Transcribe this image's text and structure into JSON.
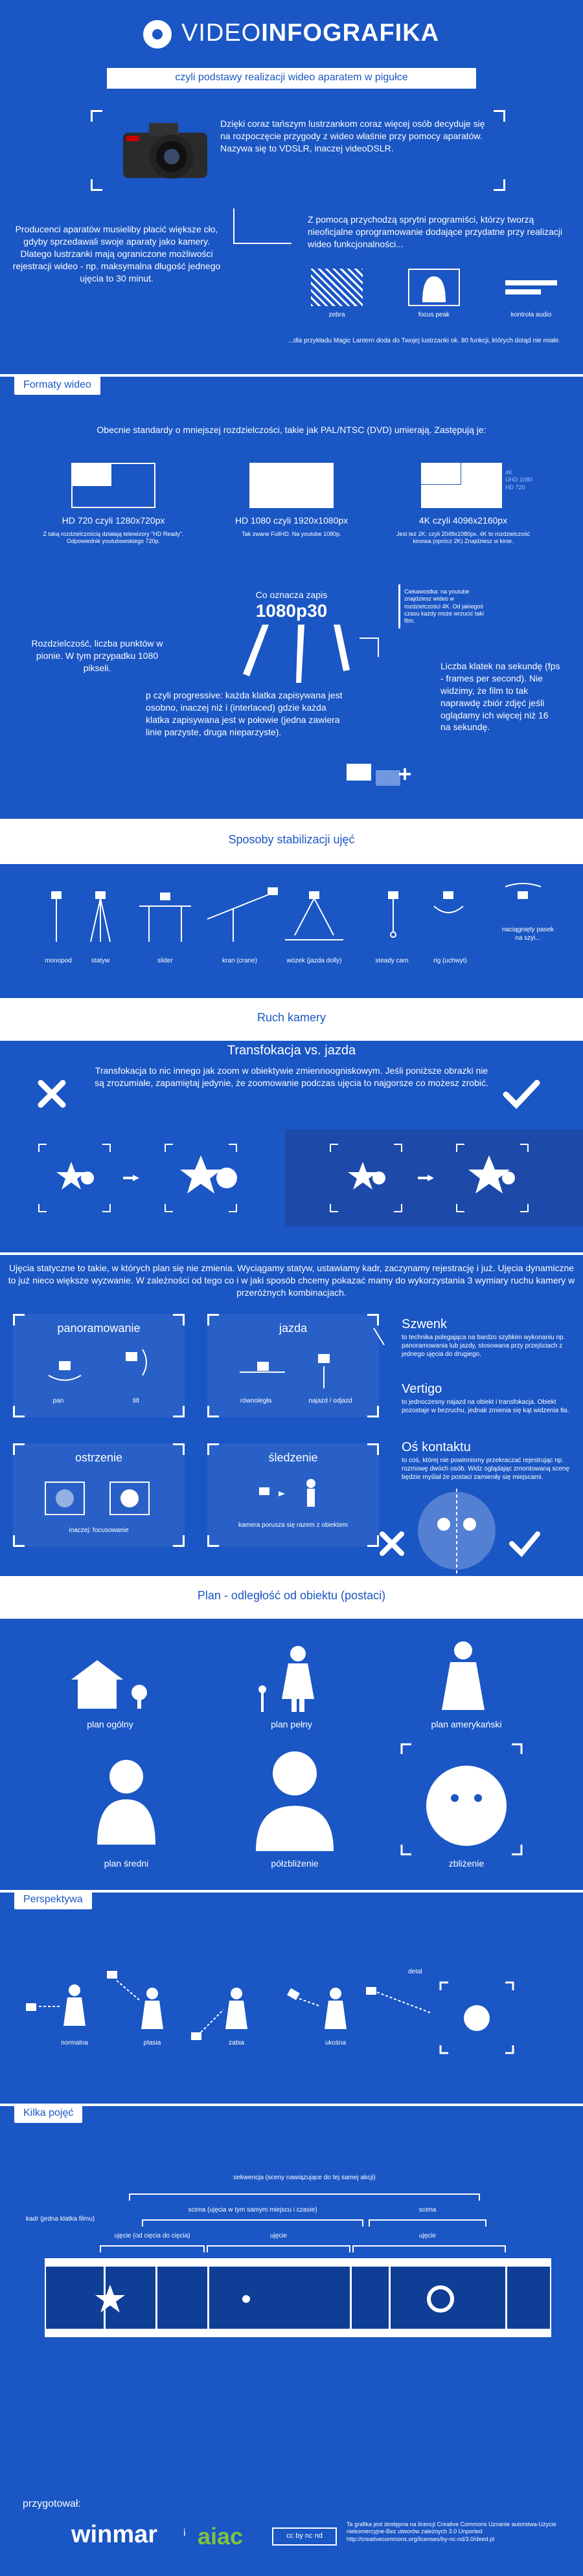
{
  "header": {
    "title_light": "VIDEO",
    "title_bold": "INFOGRAFIKA",
    "subtitle": "czyli podstawy realizacji wideo aparatem w pigułce",
    "intro": "Dzięki coraz tańszym lustrzankom coraz więcej osób decyduje się na rozpoczęcie przygody z wideo właśnie przy pomocy aparatów. Nazywa się to VDSLR, inaczej videoDSLR.",
    "producers": "Producenci aparatów musieliby płacić większe cło, gdyby sprzedawali swoje aparaty jako kamery. Dlatego lustrzanki mają ograniczone możliwości rejestracji wideo - np. maksymalna długość jednego ujęcia to 30 minut.",
    "programs": "Z pomocą przychodzą sprytni programiści, którzy tworzą nieoficjalne oprogramowanie dodające przydatne przy realizacji wideo funkcjonalności...",
    "features": [
      "zebra",
      "focus peak",
      "kontrola audio"
    ],
    "magic_lantern": "...dla przykładu  Magic Lantern  doda do Twojej lustrzanki ok. 80 funkcji, których dotąd nie miałe."
  },
  "formats": {
    "section_label": "Formaty wideo",
    "intro": "Obecnie standardy o mniejszej rozdzielczości, takie jak PAL/NTSC (DVD) umierają. Zastępują je:",
    "items": [
      {
        "name": "HD 720 czyli 1280x720px",
        "desc": "Z taką rozdzielczością działają telewizory \"HD Ready\". Odpowiednik youtubowskiego 720p."
      },
      {
        "name": "HD 1080 czyli 1920x1080px",
        "desc": "Tak zwane FullHD. Na youtube 1080p."
      },
      {
        "name": "4K czyli 4096x2160px",
        "desc": "Jest też 2K: czyli 2048x1080px. 4K to rozdzielczość kinowa (oprócz 2K) Znajdziesz w kinie."
      }
    ],
    "uhd_labels": [
      "4K",
      "UHD 1080",
      "HD 720"
    ],
    "code_question": "Co oznacza zapis",
    "code": "1080p30",
    "resolution_note": "Rozdzielczość, liczba punktów w pionie. W tym przypadku 1080 pikseli.",
    "progressive_note": "p czyli progressive: każda klatka zapisywana jest osobno, inaczej niż i (interlaced) gdzie każda klatka zapisywana jest w połowie (jedna zawiera linie parzyste, druga nieparzyste).",
    "curiosity": "Ciekawostka: na youtube znajdziesz wideo w rozdzielczości 4K. Od jakiegoś czasu każdy może wrzucić taki film.",
    "fps_note": "Liczba klatek na sekundę (fps - frames per second). Nie widzimy, że film to tak naprawdę zbiór zdjęć jeśli oglądamy ich więcej niż 16 na sekundę."
  },
  "stabilization": {
    "section_label": "Sposoby stabilizacji ujęć",
    "items": [
      "monopod",
      "statyw",
      "slider",
      "kran (crane)",
      "wózek (jazda dolly)",
      "steady cam",
      "rig (uchwyt)",
      "naciągnięty pasek na szyi..."
    ]
  },
  "camera_motion": {
    "section_label": "Ruch kamery",
    "zoom_title": "Transfokacja vs. jazda",
    "zoom_text": "Transfokacja to nic innego jak zoom w obiektywie zmiennoogniskowym. Jeśli poniższe obrazki nie są zrozumiałe, zapamiętaj jedynie, że zoomowanie podczas ujęcia to najgorsze co możesz zrobić.",
    "static_dynamic": "Ujęcia statyczne to takie, w których plan się nie zmienia. Wyciągamy statyw, ustawiamy kadr, zaczynamy rejestrację i już. Ujęcia dynamiczne to już nieco większe wyzwanie. W zależności od tego co i w jaki sposób chcemy pokazać mamy do wykorzystania 3 wymiary ruchu kamery w przeróżnych kombinacjach.",
    "boxes": [
      {
        "title": "panoramowanie",
        "labels": [
          "pan",
          "tilt"
        ]
      },
      {
        "title": "jazda",
        "labels": [
          "równoległa",
          "najazd / odjazd"
        ]
      },
      {
        "title": "ostrzenie",
        "labels": [
          "inaczej: focusowanie"
        ]
      },
      {
        "title": "śledzenie",
        "labels": [
          "kamera porusza się razem z obiektem"
        ]
      }
    ],
    "szwenk_title": "Szwenk",
    "szwenk_text": "to technika polegająca na bardzo szybkim wykonaniu np. panoramowania lub jazdy, stosowana przy przejściach z jednego ujęcia do drugiego.",
    "vertigo_title": "Vertigo",
    "vertigo_text": "to jednoczesny najazd na obiekt i transfokacja. Obiekt pozostaje w bezruchu, jednak zmienia się kąt widzenia tła.",
    "axis_title": "Oś kontaktu",
    "axis_text": "to coś, której nie powinnismy przekraczać rejestrując np. rozmowę dwóch osób. Widz oglądając zmontowaną scenę będzie myślał że postaci zamieniły się miejscami."
  },
  "plans": {
    "section_label": "Plan - odległość od obiektu (postaci)",
    "items": [
      "plan ogólny",
      "plan pełny",
      "plan amerykański",
      "plan średni",
      "półzbliżenie",
      "zbliżenie"
    ]
  },
  "perspective": {
    "section_label": "Perspektywa",
    "items": [
      "normalna",
      "ptasia",
      "żabia",
      "ukośna",
      "detal"
    ]
  },
  "terms": {
    "section_label": "Kilka pojęć",
    "sequence": "sekwencja (sceny nawiązujące do tej samej akcji)",
    "scene": "scena (ujęcia w tym samym miejscu i czasie)",
    "scene2": "scena",
    "frame": "kadr (jedna klatka filmu)",
    "shot": "ujęcie (od cięcia do cięcia)",
    "shot2": "ujęcie",
    "shot3": "ujęcie"
  },
  "footer": {
    "prepared_by": "przygotował:",
    "winmar": "winmar",
    "amp": "i",
    "aiac": "aiac",
    "license": "Ta grafika jest dostępna na licencji Creative Commons Uznanie autorstwa-Użycie niekomercyjne-Bez utworów zależnych 3.0 Unported http://creativecommons.org/licenses/by-nc-nd/3.0/deed.pl"
  }
}
